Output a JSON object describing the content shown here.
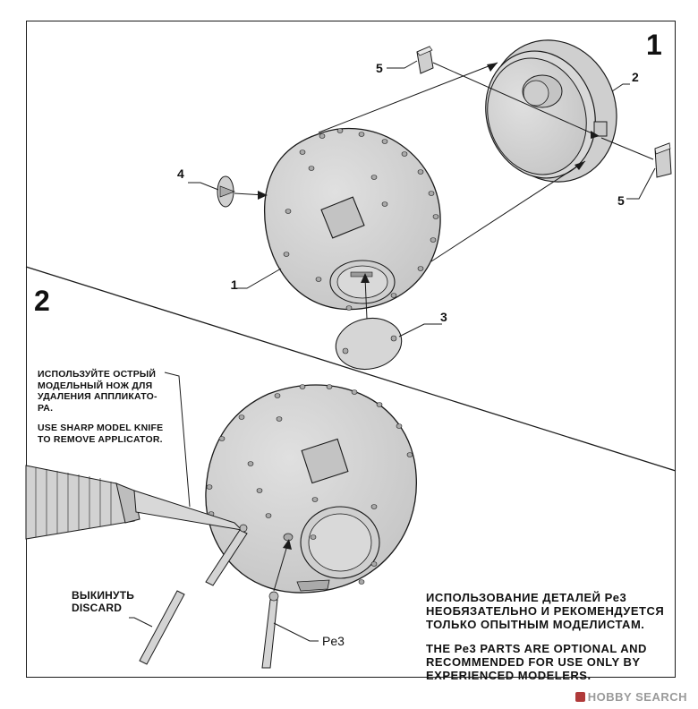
{
  "steps": {
    "step1": "1",
    "step2": "2"
  },
  "parts": {
    "p1_top": "1",
    "p2": "2",
    "p3": "3",
    "p4": "4",
    "p5_top": "5",
    "p5_right": "5"
  },
  "knife_note": {
    "ru_line1": "ИСПОЛЬЗУЙТЕ ОСТРЫЙ",
    "ru_line2": "МОДЕЛЬНЫЙ НОЖ ДЛЯ",
    "ru_line3": "УДАЛЕНИЯ АППЛИКАТО-",
    "ru_line4": "РА.",
    "en_line1": "USE SHARP MODEL KNIFE",
    "en_line2": "TO REMOVE APPLICATOR."
  },
  "discard": {
    "ru": "ВЫКИНУТЬ",
    "en": "DISCARD"
  },
  "pe3_label": "Pe3",
  "warning": {
    "ru_line1": "ИСПОЛЬЗОВАНИЕ ДЕТАЛЕЙ Pe3",
    "ru_line2": "НЕОБЯЗАТЕЛЬНО И РЕКОМЕНДУЕТСЯ",
    "ru_line3": "ТОЛЬКО ОПЫТНЫМ МОДЕЛИСТАМ.",
    "en_line1": "THE Pe3 PARTS ARE OPTIONAL AND",
    "en_line2": "RECOMMENDED FOR USE ONLY BY",
    "en_line3": "EXPERIENCED MODELERS."
  },
  "watermark": "HOBBY SEARCH",
  "colors": {
    "part_fill": "#d4d4d4",
    "part_fill_dark": "#bdbdbd",
    "line": "#1a1a1a"
  }
}
